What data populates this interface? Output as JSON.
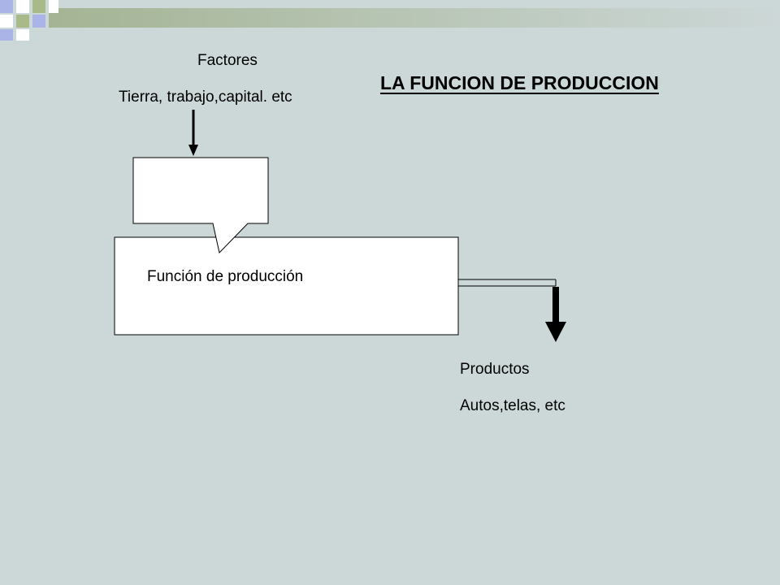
{
  "title": "LA FUNCION DE PRODUCCION",
  "inputs": {
    "heading": "Factores",
    "examples": "Tierra, trabajo,capital. etc"
  },
  "process": {
    "label": "Función de producción"
  },
  "outputs": {
    "heading": "Productos",
    "examples": "Autos,telas, etc"
  },
  "colors": {
    "background": "#ccd7d7",
    "banner_dark": "#a4b494",
    "banner_light": "#ccd7d7",
    "block_blue": "#aab4e6",
    "block_green": "#a9b98a",
    "box_fill": "#ffffff",
    "stroke": "#000000"
  }
}
